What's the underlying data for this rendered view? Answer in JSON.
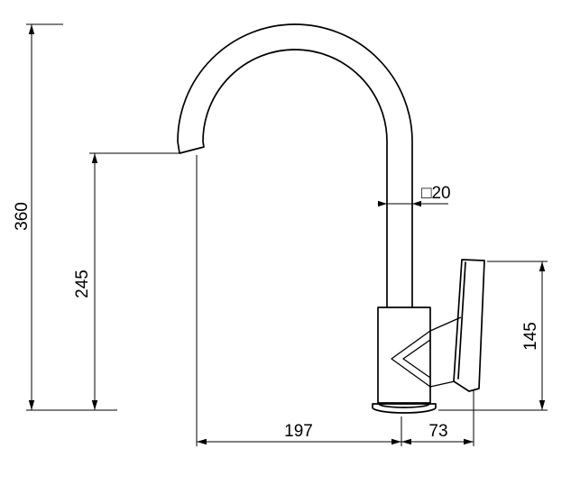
{
  "drawing": {
    "subject": "Kitchen faucet side-view technical drawing with dimensions",
    "units": "mm",
    "background_color": "#ffffff",
    "line_color": "#000000",
    "dimensions": {
      "total_height": "360",
      "spout_height": "245",
      "handle_height": "145",
      "spout_reach": "197",
      "handle_offset": "73",
      "tube_section": "□20"
    }
  }
}
